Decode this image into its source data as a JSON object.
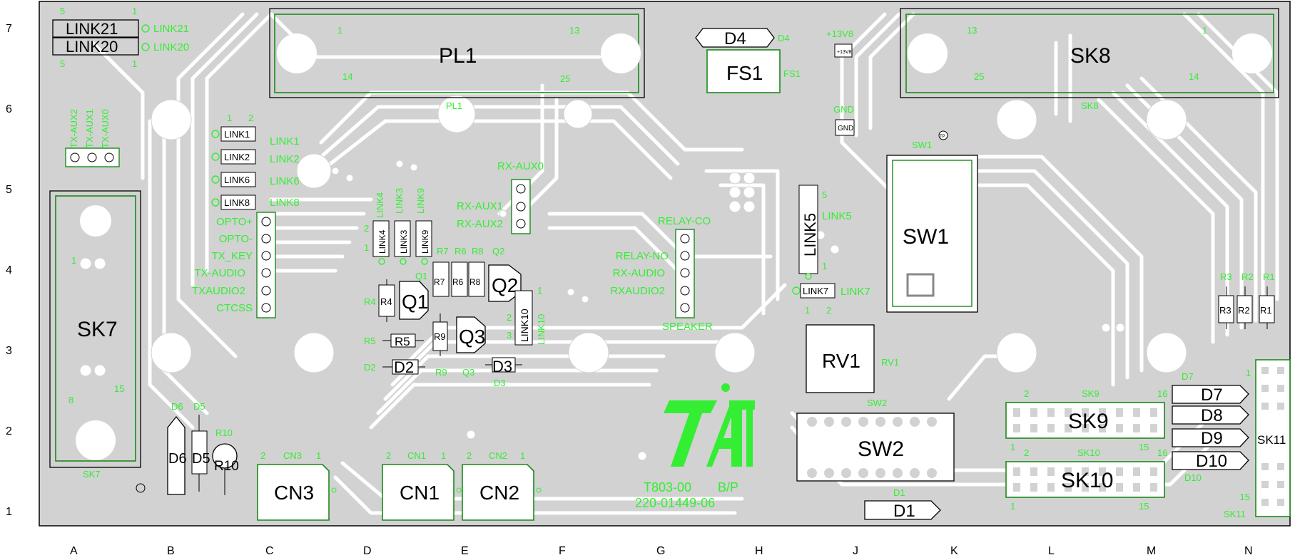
{
  "board": {
    "part_number": "T803-00",
    "side": "B/P",
    "drawing_number": "220-01449-06"
  },
  "grid": {
    "rows": [
      "7",
      "6",
      "5",
      "4",
      "3",
      "2",
      "1"
    ],
    "cols": [
      "A",
      "B",
      "C",
      "D",
      "E",
      "F",
      "G",
      "H",
      "J",
      "K",
      "L",
      "M",
      "N"
    ]
  },
  "components": {
    "link21": "LINK21",
    "link20": "LINK20",
    "pl1": "PL1",
    "sk8": "SK8",
    "sk7": "SK7",
    "sk9": "SK9",
    "sk10": "SK10",
    "sk11": "SK11",
    "d4": "D4",
    "fs1": "FS1",
    "d1": "D1",
    "d2": "D2",
    "d3": "D3",
    "d5": "D5",
    "d6": "D6",
    "d7": "D7",
    "d8": "D8",
    "d9": "D9",
    "d10": "D10",
    "tp13v8": "+13V8",
    "gnd": "GND",
    "tp": "TP",
    "sw1": "SW1",
    "sw2": "SW2",
    "rv1": "RV1",
    "link1": "LINK1",
    "link2": "LINK2",
    "link6": "LINK6",
    "link8": "LINK8",
    "link4": "LINK4",
    "link3": "LINK3",
    "link9": "LINK9",
    "link10": "LINK10",
    "link5": "LINK5",
    "link7": "LINK7",
    "q1": "Q1",
    "q2": "Q2",
    "q3": "Q3",
    "r1": "R1",
    "r2": "R2",
    "r3": "R3",
    "r4": "R4",
    "r5": "R5",
    "r6": "R6",
    "r7": "R7",
    "r8": "R8",
    "r9": "R9",
    "r10": "R10",
    "cn1": "CN1",
    "cn2": "CN2",
    "cn3": "CN3"
  },
  "signals": {
    "tx_aux2": "TX-AUX2",
    "tx_aux1": "TX-AUX1",
    "tx_aux0": "TX-AUX0",
    "rx_aux0": "RX-AUX0",
    "rx_aux1": "RX-AUX1",
    "rx_aux2": "RX-AUX2",
    "opto_plus": "OPTO+",
    "opto_minus": "OPTO-",
    "tx_key": "TX_KEY",
    "tx_audio": "TX-AUDIO",
    "txaudio2": "TXAUDIO2",
    "ctcss": "CTCSS",
    "relay_co": "RELAY-CO",
    "relay_no": "RELAY-NO",
    "rx_audio": "RX-AUDIO",
    "rxaudio2": "RXAUDIO2",
    "speaker": "SPEAKER"
  },
  "pins": {
    "p1": "1",
    "p2": "2",
    "p3": "3",
    "p5": "5",
    "p8": "8",
    "p13": "13",
    "p14": "14",
    "p15": "15",
    "p16": "16",
    "p25": "25"
  },
  "colors": {
    "board_grey": "#d2d2d2",
    "silkscreen_green": "#33ee33",
    "outline_black": "#000000"
  }
}
